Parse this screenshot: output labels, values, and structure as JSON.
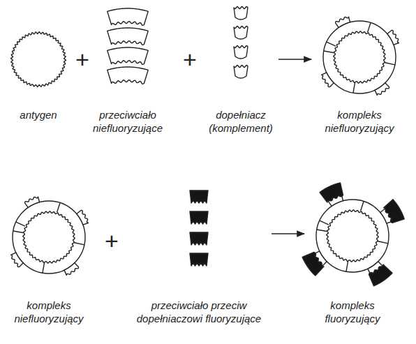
{
  "diagram": {
    "nodes": [
      {
        "text": [
          "antygen"
        ]
      },
      {
        "text": [
          "przeciwciało niefluoryzujące"
        ]
      },
      {
        "text": [
          "dopełniacz (komplement)"
        ]
      },
      {
        "text": [
          "kompleks niefluoryzujący"
        ]
      },
      {
        "text": [
          "kompleks niefluoryzujący"
        ]
      },
      {
        "text": [
          "przeciwciało przeciw dopełniaczowi fluoryzujące"
        ]
      },
      {
        "text": [
          "kompleks fluoryzujący"
        ]
      }
    ],
    "edges": [
      {
        "from": 2,
        "to": 3,
        "arrow": "to"
      },
      {
        "from": 5,
        "to": 6,
        "arrow": "to"
      }
    ],
    "labels": [
      "+",
      "+",
      "+"
    ]
  }
}
